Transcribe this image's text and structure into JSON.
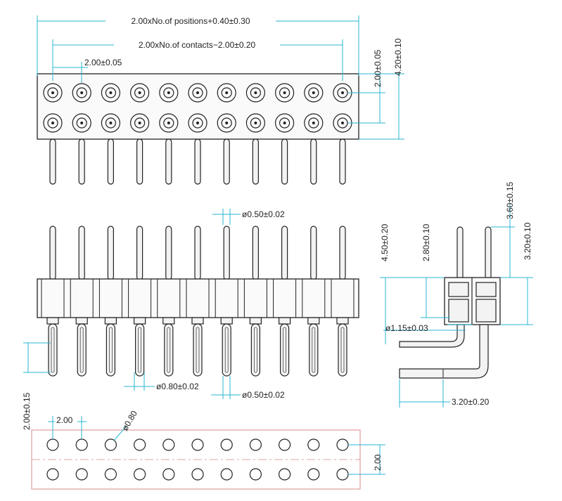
{
  "diagram": {
    "colors": {
      "dimension_line": "#29b6d6",
      "outline": "#222222",
      "pcb_outline": "#d98a8a",
      "text": "#222222"
    },
    "top_view": {
      "columns": 11,
      "rows": 2,
      "dim_total_width": "2.00xNo.of  positions+0.40±0.30",
      "dim_contacts_width": "2.00xNo.of  contacts−2.00±0.20",
      "dim_pitch": "2.00±0.05",
      "dim_row_pitch": "2.00±0.05",
      "dim_total_height": "4.20±0.10"
    },
    "front_view": {
      "dim_pin_top": "ø0.50±0.02",
      "dim_socket": "ø0.80±0.02",
      "dim_pin_bottom": "ø0.50±0.02",
      "dim_tail": "2.00±0.15"
    },
    "side_view": {
      "dim_body_height": "4.50±0.20",
      "dim_body_top": "2.80±0.10",
      "dim_pin_above": "3.60±0.15",
      "dim_pin_length": "3.20±0.10",
      "dim_bend_diameter": "ø1.15±0.03",
      "dim_bottom_length": "3.20±0.20"
    },
    "footprint": {
      "dim_pitch": "2.00",
      "dim_hole": "ø0.80",
      "dim_row_pitch": "2.00"
    }
  }
}
